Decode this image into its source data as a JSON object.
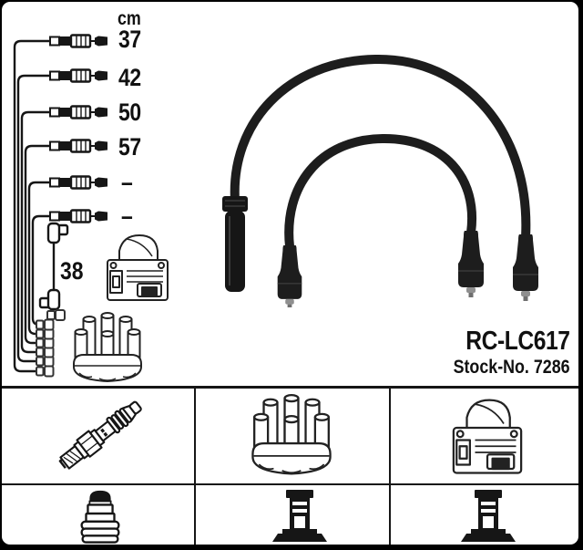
{
  "product": {
    "code": "RC-LC617",
    "stock_no_label": "Stock-No. 7286"
  },
  "length_table": {
    "unit": "cm",
    "lengths": [
      "37",
      "42",
      "50",
      "57",
      "–",
      "–"
    ],
    "coil_wire_length": "38"
  },
  "legend": {
    "top_row_icons": [
      "spark-plug-icon",
      "distributor-cap-icon",
      "ignition-coil-icon"
    ],
    "bottom_row_icons": [
      "plug-boot-icon",
      "distributor-terminal-icon",
      "coil-terminal-icon"
    ]
  },
  "colors": {
    "paper": "#ffffff",
    "ink": "#161616",
    "photo_cable": "#1d1d1d",
    "metal_tip": "#8f8f8f"
  }
}
